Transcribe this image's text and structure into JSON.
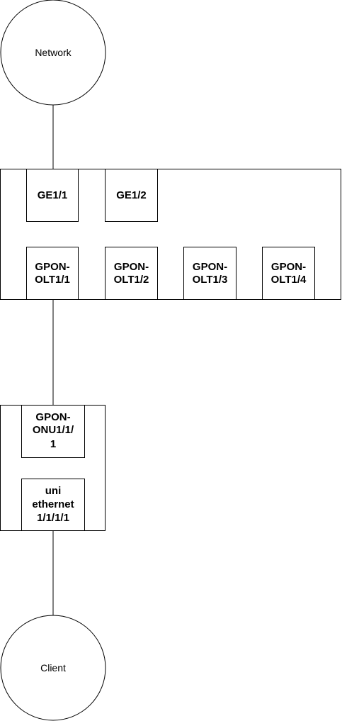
{
  "nodes": {
    "network": "Network",
    "client": "Client",
    "ge1_1": "GE1/1",
    "ge1_2": "GE1/2",
    "olt1_1": [
      "GPON-",
      "OLT1/1"
    ],
    "olt1_2": [
      "GPON-",
      "OLT1/2"
    ],
    "olt1_3": [
      "GPON-",
      "OLT1/3"
    ],
    "olt1_4": [
      "GPON-",
      "OLT1/4"
    ],
    "onu": [
      "GPON-",
      "ONU1/1/",
      "1"
    ],
    "uni": [
      "uni",
      "ethernet",
      "1/1/1/1"
    ]
  }
}
